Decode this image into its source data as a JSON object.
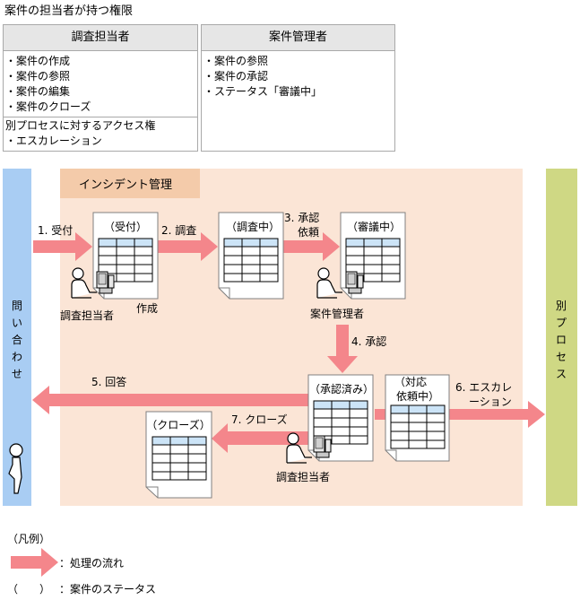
{
  "page_title": "案件の担当者が持つ権限",
  "roles": {
    "investigator": {
      "title": "調査担当者",
      "items": [
        "・案件の作成",
        "・案件の参照",
        "・案件の編集",
        "・案件のクローズ"
      ],
      "extra_title": "別プロセスに対するアクセス権",
      "extra_items": [
        "・エスカレーション"
      ]
    },
    "manager": {
      "title": "案件管理者",
      "items": [
        "・案件の参照",
        "・案件の承認",
        "・ステータス「審議中」"
      ]
    }
  },
  "diagram": {
    "region_label": "インシデント管理",
    "left_bar_label": "問い合わせ",
    "right_bar_label": "別プロセス",
    "documents": {
      "received": "（受付）",
      "investigating": "（調査中）",
      "reviewing": "（審議中）",
      "approved": "（承認済み）",
      "pending_1": "（対応",
      "pending_2": "依頼中）",
      "closed": "（クローズ）"
    },
    "steps": {
      "s1": "1. 受付",
      "s2": "2. 調査",
      "s3a": "3. 承認",
      "s3b": "依頼",
      "s4": "4. 承認",
      "s5": "5. 回答",
      "s6a": "6. エスカレ",
      "s6b": "ーション",
      "s7": "7. クローズ"
    },
    "people": {
      "investigator_1": "調査担当者",
      "create": "作成",
      "manager": "案件管理者",
      "investigator_2": "調査担当者"
    }
  },
  "legend": {
    "title": "（凡例）",
    "flow": "：処理の流れ",
    "status_symbol": "（　　）",
    "status": "：案件のステータス"
  },
  "colors": {
    "arrow": "#f4868b",
    "region": "#fbe5d6",
    "region_label_bg": "#f4cbaa",
    "left_bar": "#a9cdf3",
    "right_bar": "#cfd884",
    "table_header": "#cce4f7"
  }
}
